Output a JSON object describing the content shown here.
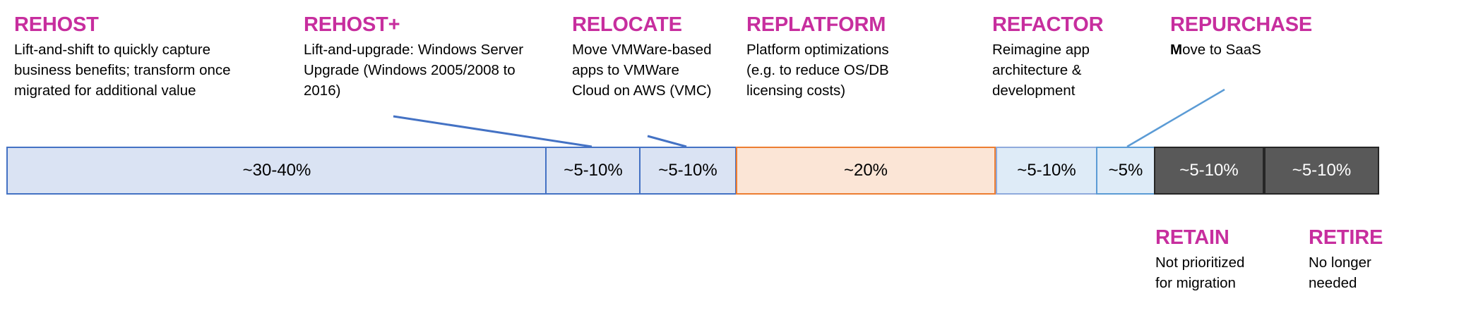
{
  "labels": {
    "rehost": {
      "title": "REHOST",
      "desc": [
        "Lift-and-shift to quickly capture",
        "business benefits; transform once",
        "migrated for additional value"
      ]
    },
    "rehost_plus": {
      "title": "REHOST+",
      "desc": [
        "Lift-and-upgrade: Windows Server",
        "Upgrade (Windows 2005/2008 to",
        "2016)"
      ]
    },
    "relocate": {
      "title": "RELOCATE",
      "desc": [
        "Move VMWare-based",
        "apps to VMWare",
        "Cloud on AWS (VMC)"
      ]
    },
    "replatform": {
      "title": "REPLATFORM",
      "desc": [
        "Platform optimizations",
        "(e.g. to reduce OS/DB",
        "licensing costs)"
      ]
    },
    "refactor": {
      "title": "REFACTOR",
      "desc": [
        "Reimagine app",
        "architecture &",
        "development"
      ]
    },
    "repurchase": {
      "title": "REPURCHASE",
      "desc_bold": "M",
      "desc_rest": "ove to SaaS"
    },
    "retain": {
      "title": "RETAIN",
      "desc": [
        "Not prioritized",
        "for migration"
      ]
    },
    "retire": {
      "title": "RETIRE",
      "desc": [
        "No longer",
        "needed"
      ]
    }
  },
  "segments": {
    "rehost": {
      "value": "~30-40%",
      "fill": "#dae3f3",
      "border": "#4472c4",
      "text": "#000000"
    },
    "rehost_plus": {
      "value": "~5-10%",
      "fill": "#dae3f3",
      "border": "#4472c4",
      "text": "#000000"
    },
    "relocate": {
      "value": "~5-10%",
      "fill": "#dae3f3",
      "border": "#4472c4",
      "text": "#000000"
    },
    "replatform": {
      "value": "~20%",
      "fill": "#fbe5d6",
      "border": "#ed7d31",
      "text": "#000000"
    },
    "refactor": {
      "value": "~5-10%",
      "fill": "#deebf7",
      "border": "#8faadc",
      "text": "#000000"
    },
    "repurchase": {
      "value": "~5%",
      "fill": "#deebf7",
      "border": "#5b9bd5",
      "text": "#000000"
    },
    "retain": {
      "value": "~5-10%",
      "fill": "#595959",
      "border": "#262626",
      "text": "#ffffff"
    },
    "retire": {
      "value": "~5-10%",
      "fill": "#595959",
      "border": "#262626",
      "text": "#ffffff"
    }
  },
  "colors": {
    "title": "#c72e9e",
    "connector_dark": "#4472c4",
    "connector_light": "#5b9bd5"
  }
}
